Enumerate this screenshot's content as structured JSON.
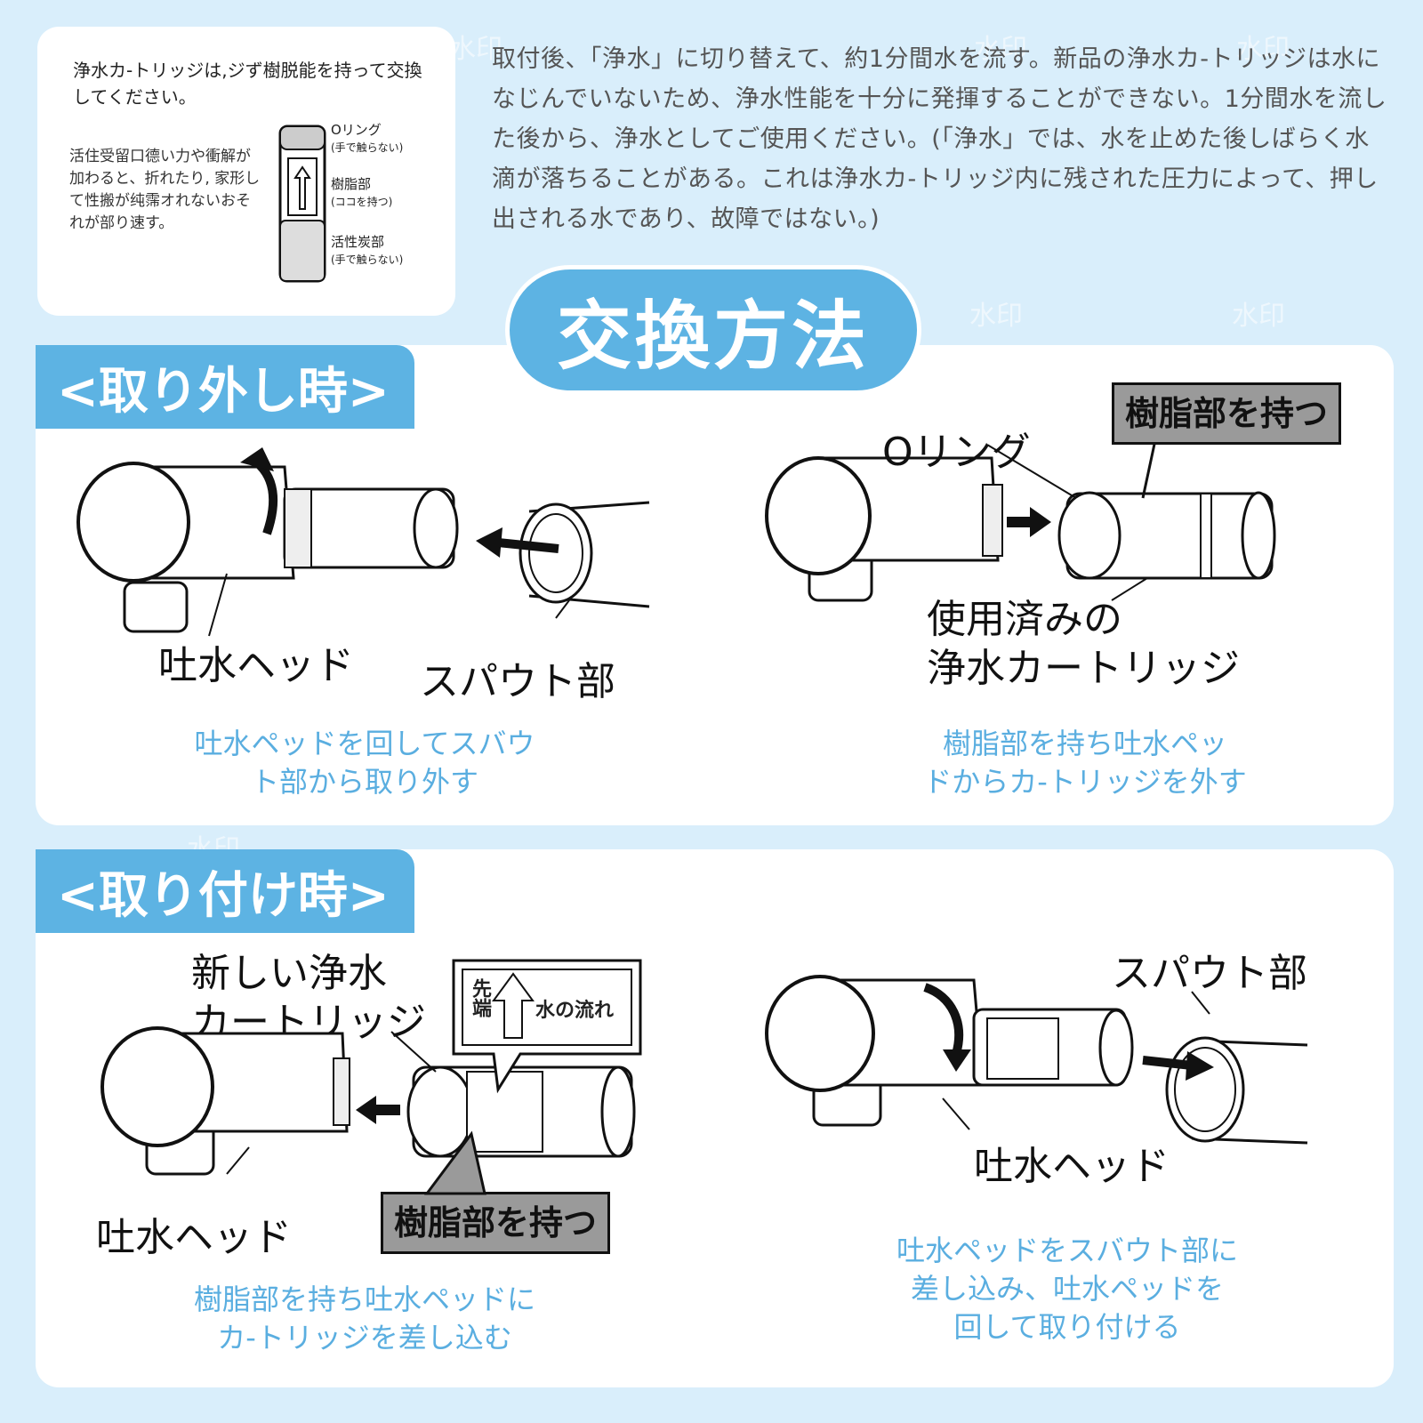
{
  "watermark_text": "水印",
  "info_card": {
    "heading": "浄水カ-トリッジは,ジず樹脱能を持って交換してください。",
    "note": "活住受留口德い力や衝解が加わると、折れたり, 家形して性搬が纯霈オれないおそれが部り速す。",
    "o_ring_label": "Oリング",
    "o_ring_sub": "(手で触らない)",
    "resin_label": "樹脂部",
    "resin_sub": "(ココを持つ)",
    "carbon_label": "活性炭部",
    "carbon_sub": "(手で触らない)"
  },
  "top_description": "取付後、「浄水」に切り替えて、約1分間水を流す。新品の浄水カ-トリッジは水になじんでいないため、浄水性能を十分に発揮することができない。1分間水を流した後から、浄水としてご使用ください。(「浄水」では、水を止めた後しばらく水滴が落ちることがある。これは浄水カ-トリッジ内に残された圧力によって、押し出される水であり、故障ではない。)",
  "title": "交換方法",
  "removal": {
    "tag": "<取り外し時>",
    "left": {
      "label_head": "吐水ヘッド",
      "label_spout": "スパウト部",
      "caption_line1": "吐水ペッドを回してスバウ",
      "caption_line2": "ト部から取り外す"
    },
    "right": {
      "label_oring": "Oリング",
      "box_label": "樹脂部を持つ",
      "label_used_line1": "使用済みの",
      "label_used_line2": "浄水カートリッジ",
      "caption_line1": "樹脂部を持ち吐水ペッ",
      "caption_line2": "ドからカ-トリッジを外す"
    }
  },
  "attach": {
    "tag": "<取り付け時>",
    "left": {
      "label_new_line1": "新しい浄水",
      "label_new_line2": "カートリッジ",
      "flow_label_tip": "先端",
      "flow_label_dir": "水の流れ",
      "label_head": "吐水ヘッド",
      "box_label": "樹脂部を持つ",
      "caption_line1": "樹脂部を持ち吐水ペッドに",
      "caption_line2": "カ-トリッジを差し込む"
    },
    "right": {
      "label_spout": "スパウト部",
      "label_head": "吐水ヘッド",
      "caption_line1": "吐水ペッドをスバウト部に",
      "caption_line2": "差し込み、吐水ペッドを",
      "caption_line3": "回して取り付ける"
    }
  }
}
